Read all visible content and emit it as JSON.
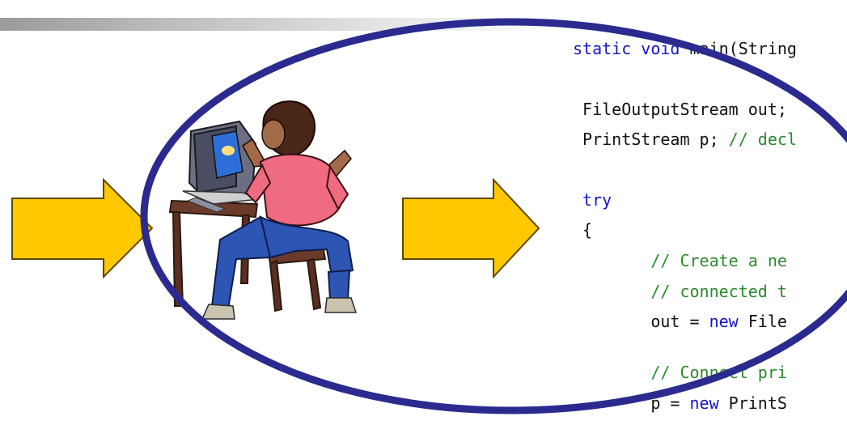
{
  "colors": {
    "arrow_fill": "#ffc800",
    "arrow_stroke": "#5a4a00",
    "ellipse_stroke": "#2a2a8f",
    "code_keyword": "#1515c8",
    "code_comment": "#2a8a2a",
    "code_text": "#111111"
  },
  "illustration": {
    "icon": "programmer-at-computer-icon"
  },
  "code": {
    "line1": {
      "kw": "static void",
      "rest": " main(String"
    },
    "line2": {
      "text": " FileOutputStream out;"
    },
    "line3": {
      "text": " PrintStream p; ",
      "comment": "// decl"
    },
    "line4": {
      "kw": " try"
    },
    "line5": {
      "text": " {"
    },
    "line6": {
      "comment": "        // Create a ne"
    },
    "line7": {
      "comment": "        // connected t"
    },
    "line8": {
      "pre": "        out = ",
      "kw": "new",
      "rest": " File"
    },
    "line9": {
      "comment": "        // Connect pri"
    },
    "line10": {
      "pre": "        p = ",
      "kw": "new",
      "rest": " PrintS"
    }
  }
}
